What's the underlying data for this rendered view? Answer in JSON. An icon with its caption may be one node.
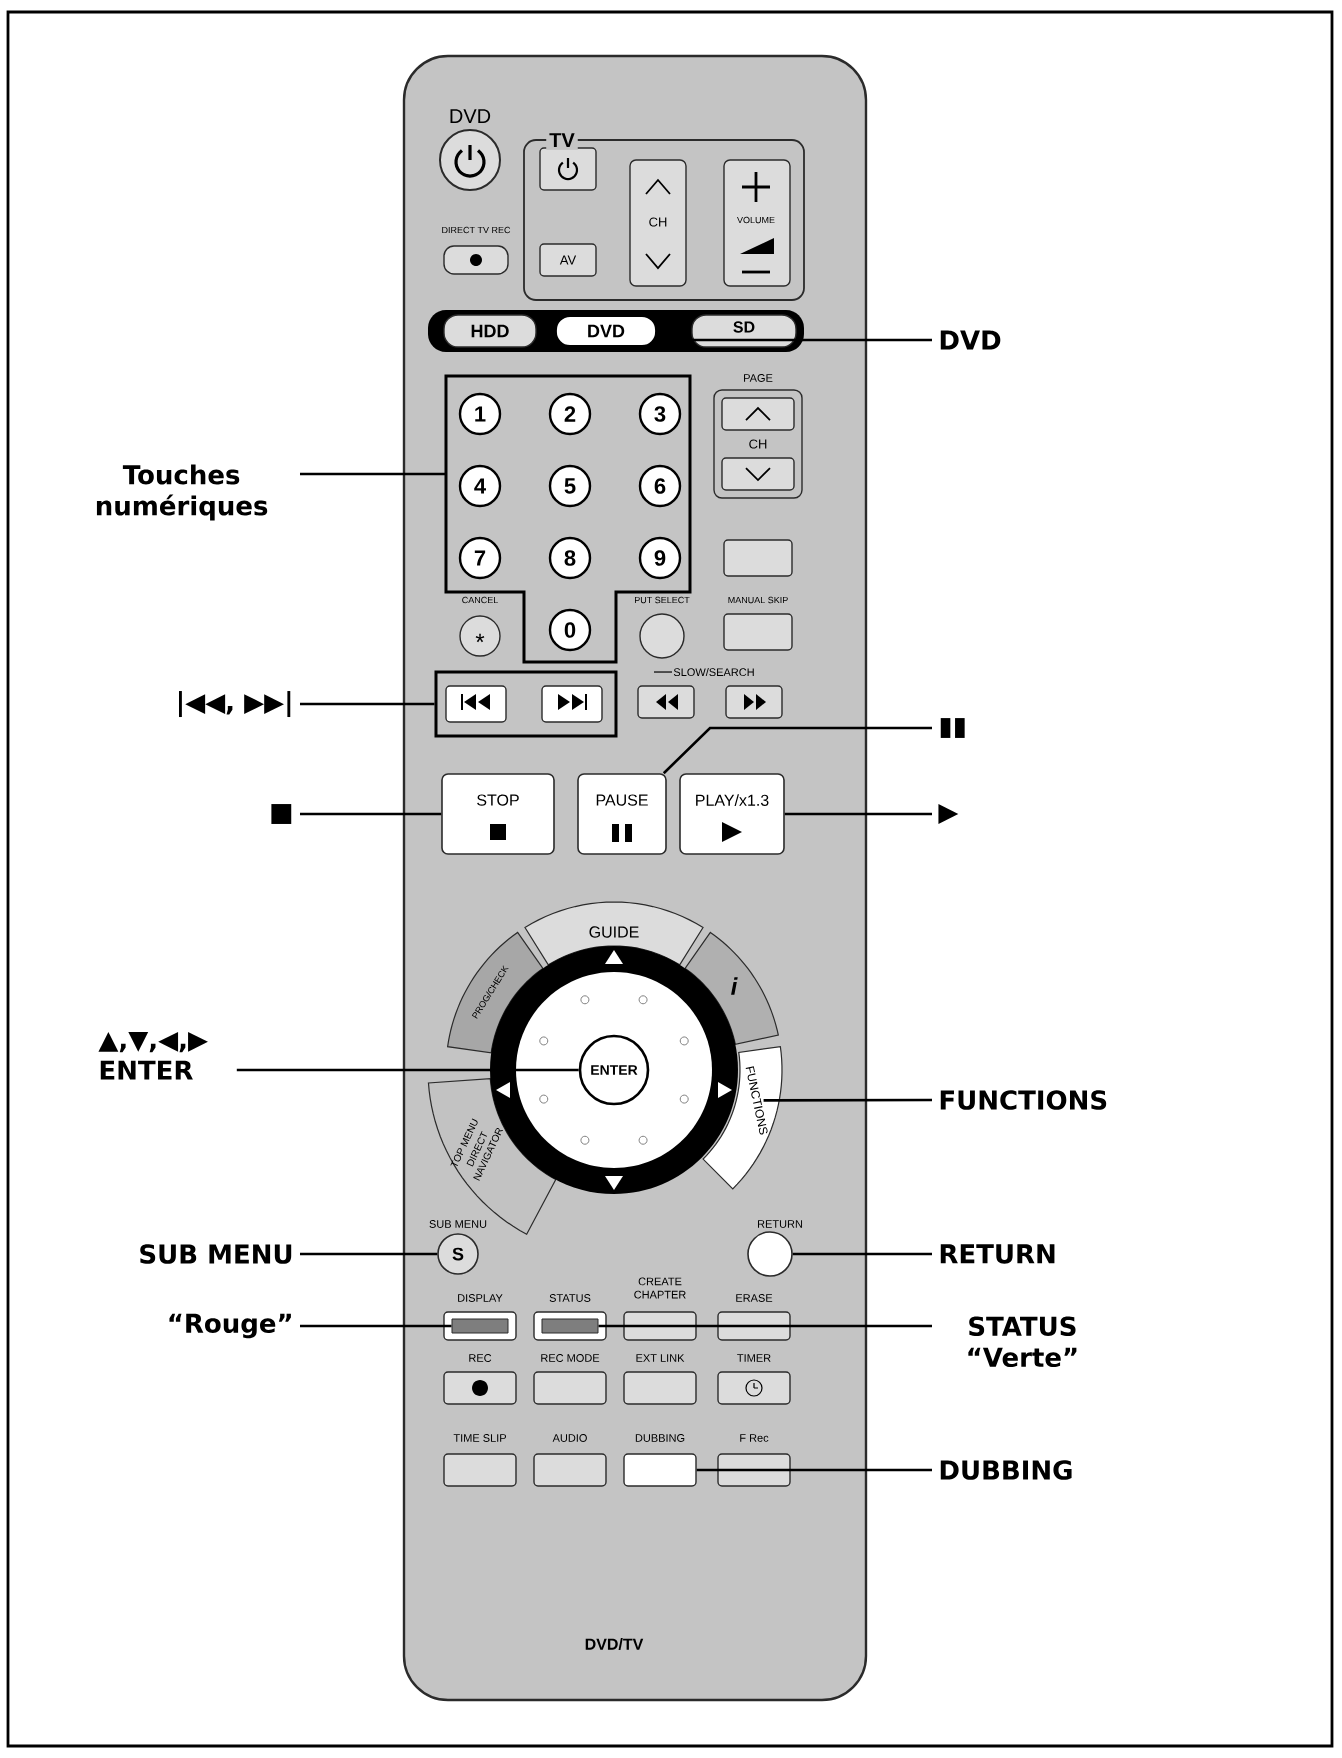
{
  "diagram": {
    "nodes": [
      {
        "text": [
          "DVD"
        ]
      },
      {
        "text": [
          "Touches numériques"
        ]
      },
      {
        "text": [
          "|◀◀, ▶▶|"
        ]
      },
      {
        "text": [
          "▮▮"
        ]
      },
      {
        "text": [
          "■"
        ]
      },
      {
        "text": [
          "▶"
        ]
      },
      {
        "text": [
          "▲,▼,◀,▶ ENTER"
        ]
      },
      {
        "text": [
          "FUNCTIONS"
        ]
      },
      {
        "text": [
          "SUB MENU"
        ]
      },
      {
        "text": [
          "RETURN"
        ]
      },
      {
        "text": [
          "“Rouge”"
        ]
      },
      {
        "text": [
          "STATUS “Verte”"
        ]
      },
      {
        "text": [
          "DUBBING"
        ]
      },
      {
        "text": [
          "DVD"
        ]
      },
      {
        "text": [],
        "shape": "box"
      },
      {
        "text": [],
        "shape": "box"
      },
      {
        "text": [
          "PAUSE"
        ]
      },
      {
        "text": [
          "STOP"
        ]
      },
      {
        "text": [
          "PLAY/x1.3"
        ]
      },
      {
        "text": [
          "ENTER"
        ]
      },
      {
        "text": [
          "FUNCTIONS"
        ]
      },
      {
        "text": [
          "S"
        ],
        "beside": [
          "SUB MENU"
        ]
      },
      {
        "text": [],
        "shape": "circle",
        "beside": [
          "RETURN"
        ]
      },
      {
        "text": [],
        "shape": "bar",
        "beside": [
          "DISPLAY"
        ]
      },
      {
        "text": [],
        "shape": "bar",
        "beside": [
          "STATUS"
        ]
      },
      {
        "text": [],
        "shape": "box",
        "beside": [
          "DUBBING"
        ]
      }
    ],
    "edges": [
      {
        "from": 0,
        "to": 13,
        "arrow": "none"
      },
      {
        "from": 1,
        "to": 14,
        "arrow": "none"
      },
      {
        "from": 2,
        "to": 15,
        "arrow": "none"
      },
      {
        "from": 3,
        "to": 16,
        "arrow": "none"
      },
      {
        "from": 4,
        "to": 17,
        "arrow": "none"
      },
      {
        "from": 5,
        "to": 18,
        "arrow": "none"
      },
      {
        "from": 6,
        "to": 19,
        "arrow": "none"
      },
      {
        "from": 7,
        "to": 20,
        "arrow": "none"
      },
      {
        "from": 8,
        "to": 21,
        "arrow": "none"
      },
      {
        "from": 9,
        "to": 22,
        "arrow": "none"
      },
      {
        "from": 10,
        "to": 23,
        "arrow": "none"
      },
      {
        "from": 11,
        "to": 24,
        "arrow": "none"
      },
      {
        "from": 12,
        "to": 25,
        "arrow": "none"
      }
    ],
    "labels": [
      "DVD",
      "TV",
      "DIRECT TV REC",
      "CH",
      "VOLUME",
      "AV",
      "HDD",
      "SD",
      "PAGE",
      "CH",
      "1",
      "2",
      "3",
      "4",
      "5",
      "6",
      "7",
      "8",
      "9",
      "CANCEL",
      "*",
      "0",
      "PUT SELECT",
      "MANUAL SKIP",
      "SLOW/SEARCH",
      "GUIDE",
      "PROG/CHECK",
      "i",
      "TOP MENU",
      "DIRECT NAVIGATOR",
      "CREATE CHAPTER",
      "ERASE",
      "REC",
      "REC MODE",
      "EXT LINK",
      "TIMER",
      "TIME SLIP",
      "AUDIO",
      "F Rec",
      "DVD/TV"
    ]
  }
}
